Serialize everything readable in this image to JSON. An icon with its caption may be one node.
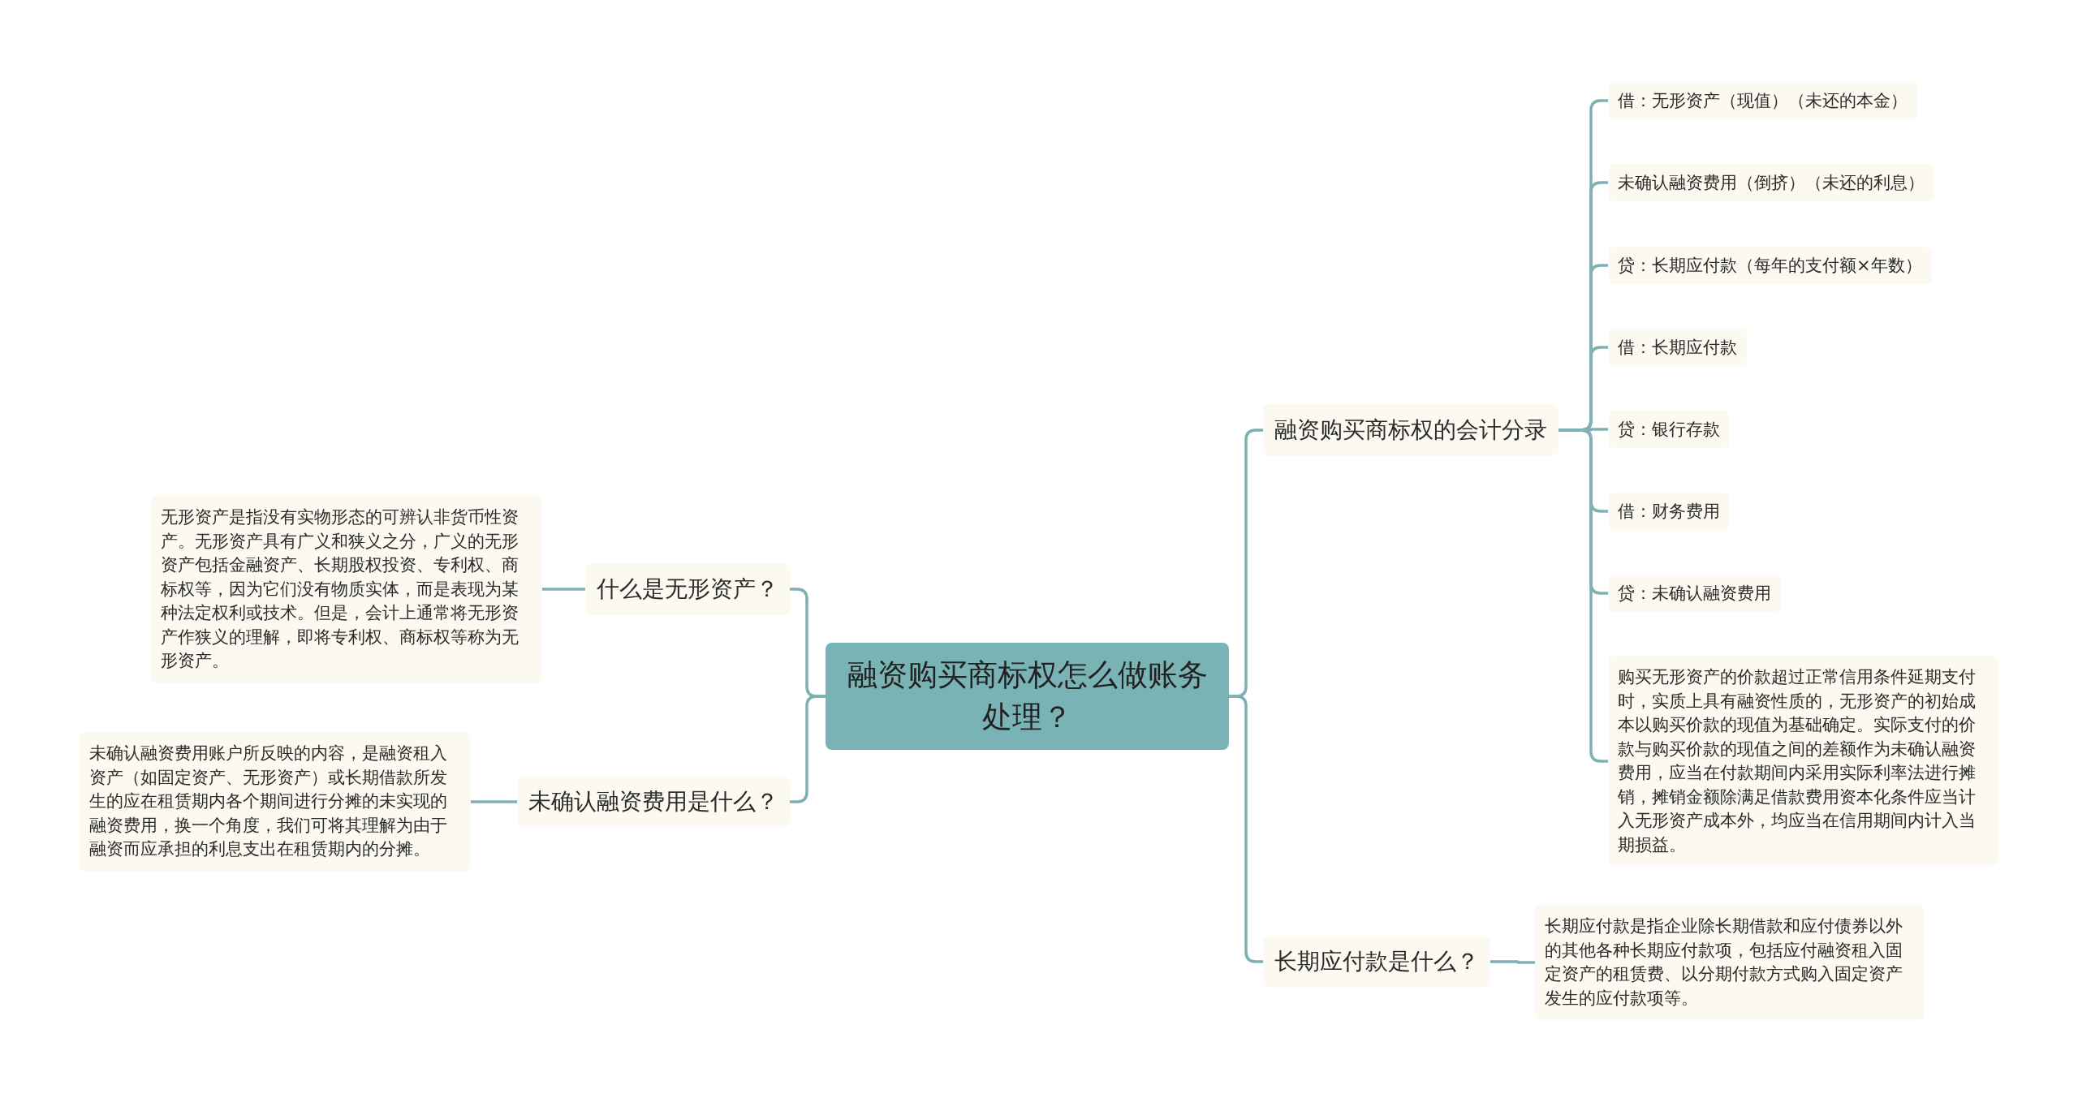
{
  "diagram": {
    "nodes": [
      {
        "text": [
          "融资购买商标权怎么做账务处理？"
        ]
      },
      {
        "text": [
          "什么是无形资产？"
        ]
      },
      {
        "text": [
          "无形资产是指没有实物形态的可辨认非货币性资产。无形资产具有广义和狭义之分，广义的无形资产包括金融资产、长期股权投资、专利权、商标权等，因为它们没有物质实体，而是表现为某种法定权利或技术。但是，会计上通常将无形资产作狭义的理解，即将专利权、商标权等称为无形资产。"
        ]
      },
      {
        "text": [
          "未确认融资费用是什么？"
        ]
      },
      {
        "text": [
          "未确认融资费用账户所反映的内容，是融资租入资产（如固定资产、无形资产）或长期借款所发生的应在租赁期内各个期间进行分摊的未实现的融资费用，换一个角度，我们可将其理解为由于融资而应承担的利息支出在租赁期内的分摊。"
        ]
      },
      {
        "text": [
          "融资购买商标权的会计分录"
        ]
      },
      {
        "text": [
          "借：无形资产（现值）（未还的本金）"
        ]
      },
      {
        "text": [
          "未确认融资费用（倒挤）（未还的利息）"
        ]
      },
      {
        "text": [
          "贷：长期应付款（每年的支付额×年数）"
        ]
      },
      {
        "text": [
          "借：长期应付款"
        ]
      },
      {
        "text": [
          "贷：银行存款"
        ]
      },
      {
        "text": [
          "借：财务费用"
        ]
      },
      {
        "text": [
          "贷：未确认融资费用"
        ]
      },
      {
        "text": [
          "购买无形资产的价款超过正常信用条件延期支付时，实质上具有融资性质的，无形资产的初始成本以购买价款的现值为基础确定。实际支付的价款与购买价款的现值之间的差额作为未确认融资费用，应当在付款期间内采用实际利率法进行摊销，摊销金额除满足借款费用资本化条件应当计入无形资产成本外，均应当在信用期间内计入当期损益。"
        ]
      },
      {
        "text": [
          "长期应付款是什么？"
        ]
      },
      {
        "text": [
          "长期应付款是指企业除长期借款和应付债券以外的其他各种长期应付款项，包括应付融资租入固定资产的租赁费、以分期付款方式购入固定资产发生的应付款项等。"
        ]
      }
    ],
    "edges": [
      {
        "from": 0,
        "to": 1,
        "arrow": "none"
      },
      {
        "from": 1,
        "to": 2,
        "arrow": "none"
      },
      {
        "from": 0,
        "to": 3,
        "arrow": "none"
      },
      {
        "from": 3,
        "to": 4,
        "arrow": "none"
      },
      {
        "from": 0,
        "to": 5,
        "arrow": "none"
      },
      {
        "from": 5,
        "to": 6,
        "arrow": "none"
      },
      {
        "from": 5,
        "to": 7,
        "arrow": "none"
      },
      {
        "from": 5,
        "to": 8,
        "arrow": "none"
      },
      {
        "from": 5,
        "to": 9,
        "arrow": "none"
      },
      {
        "from": 5,
        "to": 10,
        "arrow": "none"
      },
      {
        "from": 5,
        "to": 11,
        "arrow": "none"
      },
      {
        "from": 5,
        "to": 12,
        "arrow": "none"
      },
      {
        "from": 5,
        "to": 13,
        "arrow": "none"
      },
      {
        "from": 0,
        "to": 14,
        "arrow": "none"
      },
      {
        "from": 14,
        "to": 15,
        "arrow": "none"
      }
    ]
  }
}
